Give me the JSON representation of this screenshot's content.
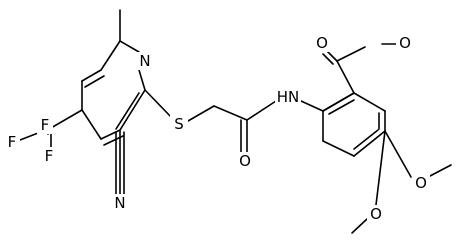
{
  "molecule": {
    "atoms": {
      "ring_n": "N",
      "nitrile_n": "N",
      "thioether_s": "S",
      "f_top": "F",
      "f_left": "F",
      "f_bottom": "F",
      "amide_nh": "HN",
      "amide_o": "O",
      "ester_carbonyl_o": "O",
      "ester_o": "O",
      "methoxy_o_upper": "O",
      "methoxy_o_lower": "O"
    }
  }
}
